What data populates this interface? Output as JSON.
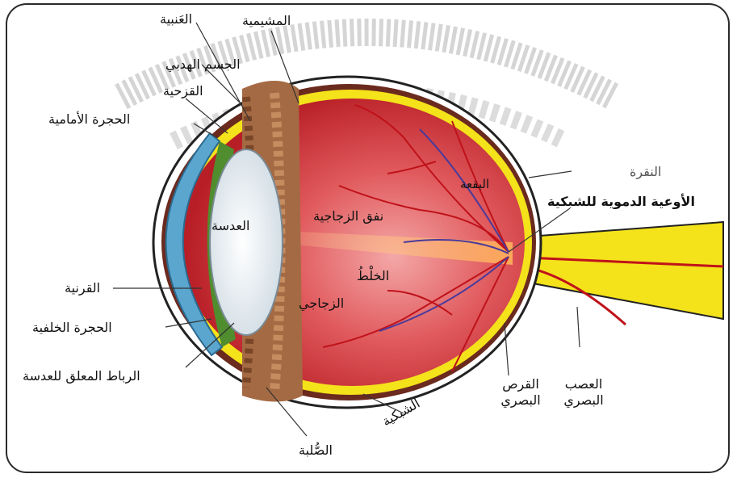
{
  "labels": {
    "iris": "العَنبية",
    "choroid": "المشيمية",
    "ciliary_body": "الجسم الهدبي",
    "cornea_top": "القزحية",
    "anterior_chamber": "الحجرة الأمامية",
    "fovea": "النقرة",
    "macula": "البقعة",
    "retinal_vessels": "الأوعية الدموية للشبكية",
    "hyaloid_canal": "نفق الزجاجية",
    "lens": "العدسة",
    "vitreous_1": "الخلْطُ",
    "vitreous_2": "الزجاجي",
    "cornea": "القرنية",
    "posterior_chamber": "الحجرة الخلفية",
    "suspensory_ligament": "الرباط المعلق للعدسة",
    "optic_disc_1": "القرص",
    "optic_disc_2": "البصري",
    "optic_nerve_1": "العصب",
    "optic_nerve_2": "البصري",
    "retina": "الشبكية",
    "sclera": "الصُّلبة"
  },
  "colors": {
    "eye_interior": "#c8262d",
    "interior_light": "#f08a8c",
    "sclera_outline": "#222222",
    "choroid_band": "#6b2a1e",
    "retina_yellow": "#f4e21a",
    "cornea_blue": "#5aa6cf",
    "iris_green": "#4f8d2f",
    "ciliary_brown": "#a46a43",
    "lens_white": "#eef3f6",
    "vessel_red": "#c0121a",
    "vessel_blue": "#4a3a9a",
    "watermark": "#9a9a9a"
  }
}
